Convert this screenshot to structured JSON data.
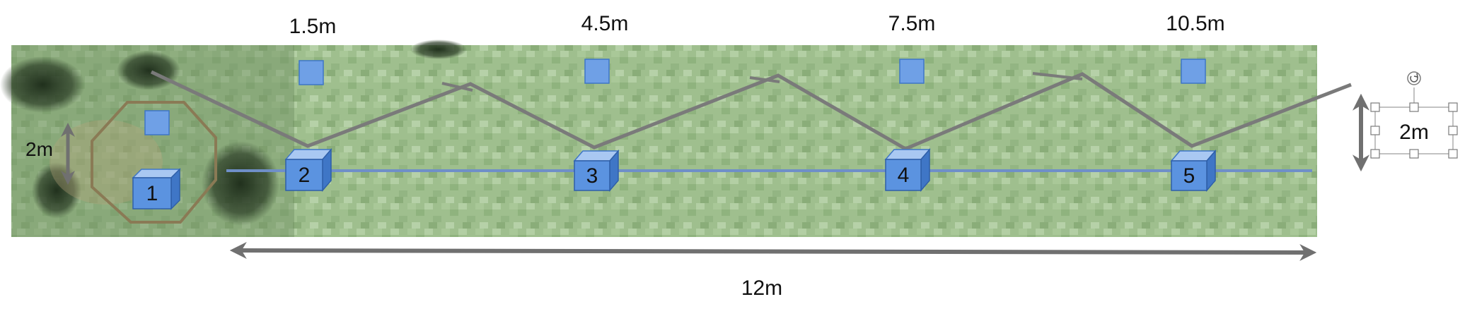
{
  "distance_labels": [
    "1.5m",
    "4.5m",
    "7.5m",
    "10.5m"
  ],
  "total_length_label": "12m",
  "height_label_left": "2m",
  "height_label_right": "2m",
  "boxes": [
    {
      "number": "1"
    },
    {
      "number": "2"
    },
    {
      "number": "3"
    },
    {
      "number": "4"
    },
    {
      "number": "5"
    }
  ],
  "colors": {
    "box_fill": "#5B93E0",
    "box_top": "#A9C8F2",
    "box_side": "#3F76C6",
    "marker_fill": "#6FA0E6",
    "path_line": "#7A7A7A",
    "axis_line": "#6F8FC8",
    "arrow": "#707070",
    "circle": "#8A7A55"
  }
}
